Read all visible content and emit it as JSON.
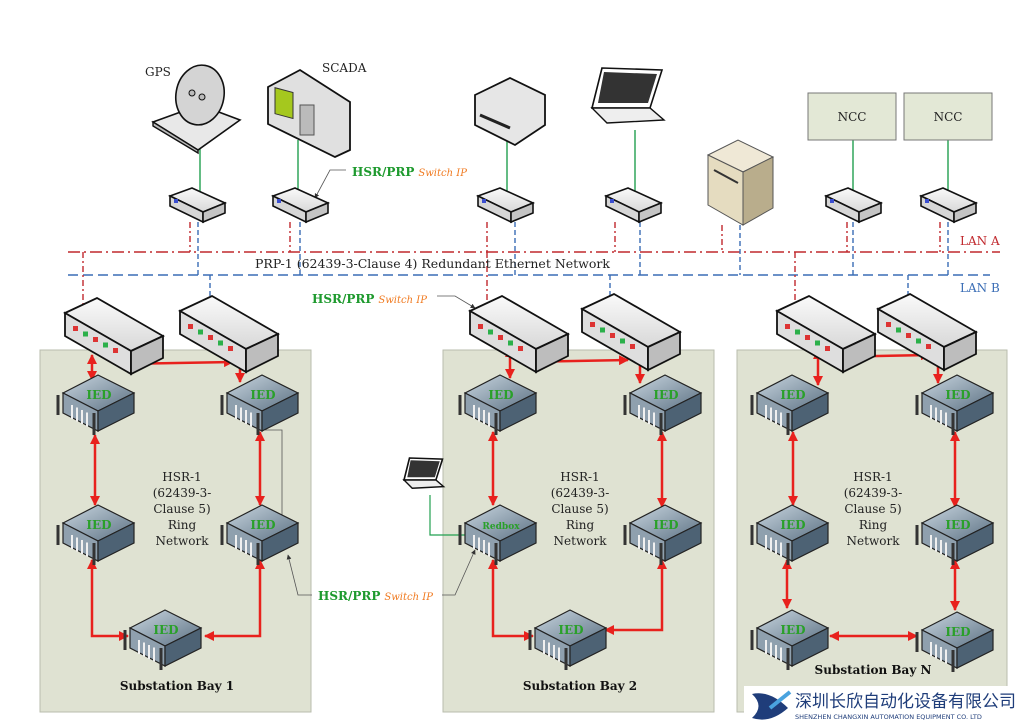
{
  "devices": {
    "gps": "GPS",
    "scada": "SCADA",
    "ncc1": "NCC",
    "ncc2": "NCC"
  },
  "network": {
    "prp_label": "PRP-1 (62439-3-Clause 4) Redundant Ethernet Network",
    "lan_a": "LAN A",
    "lan_b": "LAN B",
    "lan_a_color": "#c0282d",
    "lan_b_color": "#3a6db5",
    "ring_color": "#e8211d",
    "bay_bg": "#dfe2d2"
  },
  "callouts": {
    "hsr_prp": "HSR/PRP",
    "switch_ip": "Switch IP"
  },
  "ied_label": "IED",
  "redbox_label": "Redbox",
  "ring_text": [
    "HSR-1",
    "(62439-3-",
    "Clause 5)",
    "Ring",
    "Network"
  ],
  "bays": [
    "Substation Bay 1",
    "Substation Bay 2",
    "Substation Bay N"
  ],
  "logo": {
    "cn": "深圳长欣自动化设备有限公司",
    "en": "SHENZHEN CHANGXIN AUTOMATION EQUIPMENT CO. LTD"
  }
}
